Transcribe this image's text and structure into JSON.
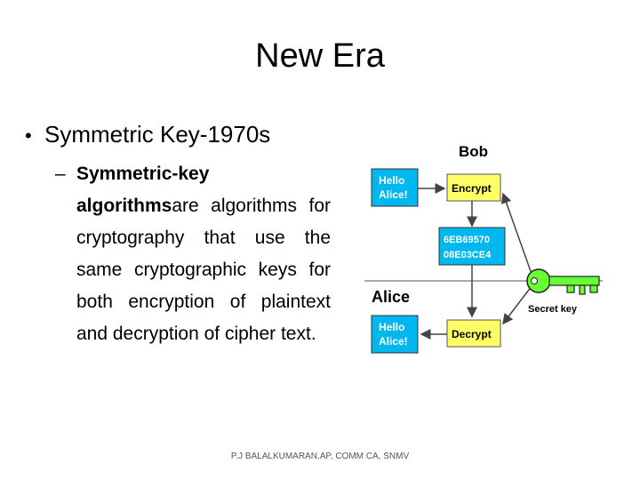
{
  "slide": {
    "title": "New Era",
    "bullet": "Symmetric Key-1970s",
    "sub_dash": "–",
    "sub_bold": "Symmetric-key algorithms",
    "sub_rest": "are algorithms for cryptography that use the same cryptographic keys for both encryption of plaintext and decryption of cipher text.",
    "footer": "P.J BALALKUMARAN,AP, COMM CA, SNMV"
  },
  "diagram": {
    "bob_label": "Bob",
    "alice_label": "Alice",
    "hello_top_line1": "Hello",
    "hello_top_line2": "Alice!",
    "encrypt_label": "Encrypt",
    "cipher_line1": "6EB69570",
    "cipher_line2": "08E03CE4",
    "hello_bottom_line1": "Hello",
    "hello_bottom_line2": "Alice!",
    "decrypt_label": "Decrypt",
    "secret_key_label": "Secret key",
    "colors": {
      "cyan_box": "#00b7ef",
      "yellow_box": "#ffff66",
      "key_green": "#66ff33"
    }
  }
}
